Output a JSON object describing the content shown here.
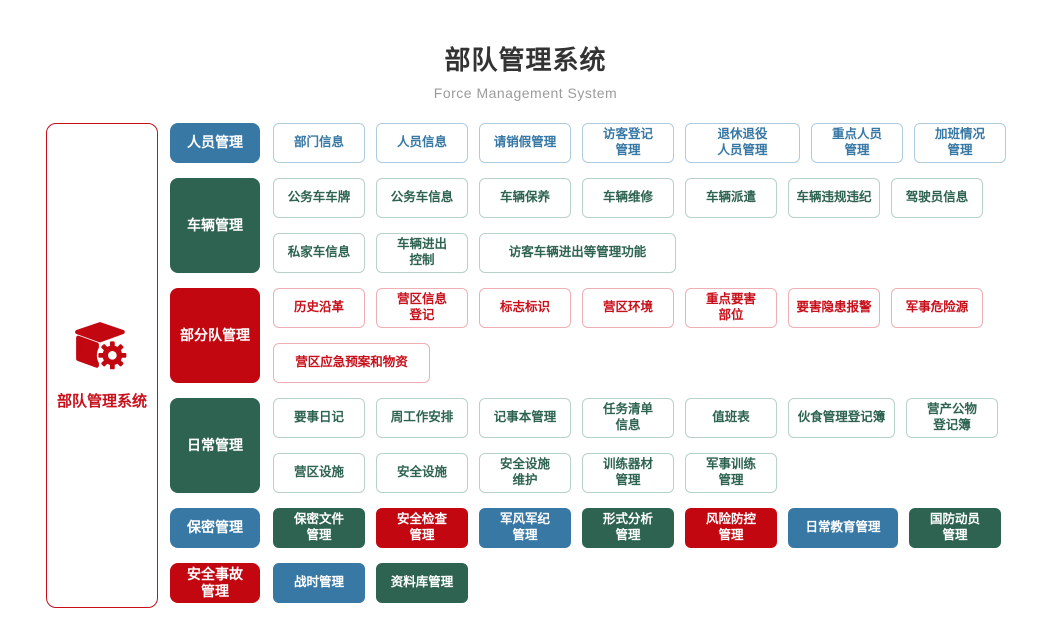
{
  "header": {
    "title": "部队管理系统",
    "subtitle": "Force Management System"
  },
  "sidebar": {
    "label": "部队管理系统",
    "icon": "cube-gear-icon"
  },
  "colors": {
    "blue": "#3878A5",
    "green": "#2E6351",
    "red": "#C20711",
    "outline_blue_border": "#AFCCDF",
    "outline_green_border": "#B9D2C8",
    "outline_red_border": "#F0AFB4"
  },
  "rows": [
    {
      "category": {
        "label": "人员管理",
        "color": "blue"
      },
      "lines": [
        [
          {
            "label": "部门信息"
          },
          {
            "label": "人员信息"
          },
          {
            "label": "请销假管理"
          },
          {
            "label": "访客登记\n管理"
          },
          {
            "label": "退休退役\n人员管理"
          },
          {
            "label": "重点人员\n管理"
          },
          {
            "label": "加班情况\n管理"
          }
        ]
      ]
    },
    {
      "category": {
        "label": "车辆管理",
        "color": "green"
      },
      "lines": [
        [
          {
            "label": "公务车车牌"
          },
          {
            "label": "公务车信息"
          },
          {
            "label": "车辆保养"
          },
          {
            "label": "车辆维修"
          },
          {
            "label": "车辆派遣"
          },
          {
            "label": "车辆违规违纪"
          },
          {
            "label": "驾驶员信息"
          }
        ],
        [
          {
            "label": "私家车信息"
          },
          {
            "label": "车辆进出\n控制"
          },
          {
            "label": "访客车辆进出等管理功能"
          }
        ]
      ]
    },
    {
      "category": {
        "label": "部分队管理",
        "color": "red"
      },
      "lines": [
        [
          {
            "label": "历史沿革"
          },
          {
            "label": "营区信息\n登记"
          },
          {
            "label": "标志标识"
          },
          {
            "label": "营区环境"
          },
          {
            "label": "重点要害\n部位"
          },
          {
            "label": "要害隐患报警"
          },
          {
            "label": "军事危险源"
          }
        ],
        [
          {
            "label": "营区应急预案和物资"
          }
        ]
      ]
    },
    {
      "category": {
        "label": "日常管理",
        "color": "green"
      },
      "lines": [
        [
          {
            "label": "要事日记"
          },
          {
            "label": "周工作安排"
          },
          {
            "label": "记事本管理"
          },
          {
            "label": "任务清单\n信息"
          },
          {
            "label": "值班表"
          },
          {
            "label": "伙食管理登记簿"
          },
          {
            "label": "营产公物\n登记簿"
          }
        ],
        [
          {
            "label": "营区设施"
          },
          {
            "label": "安全设施"
          },
          {
            "label": "安全设施\n维护"
          },
          {
            "label": "训练器材\n管理"
          },
          {
            "label": "军事训练\n管理"
          }
        ]
      ]
    },
    {
      "category": {
        "label": "保密管理",
        "color": "blue"
      },
      "lines": [
        [
          {
            "label": "保密文件\n管理",
            "color": "green"
          },
          {
            "label": "安全检查\n管理",
            "color": "red"
          },
          {
            "label": "军风军纪\n管理",
            "color": "blue"
          },
          {
            "label": "形式分析\n管理",
            "color": "green"
          },
          {
            "label": "风险防控\n管理",
            "color": "red"
          },
          {
            "label": "日常教育管理",
            "color": "blue"
          },
          {
            "label": "国防动员\n管理",
            "color": "green"
          }
        ]
      ]
    },
    {
      "category": null,
      "lines": [
        [
          {
            "label": "安全事故\n管理",
            "color": "red"
          },
          {
            "label": "战时管理",
            "color": "blue"
          },
          {
            "label": "资料库管理",
            "color": "green"
          }
        ]
      ]
    }
  ]
}
